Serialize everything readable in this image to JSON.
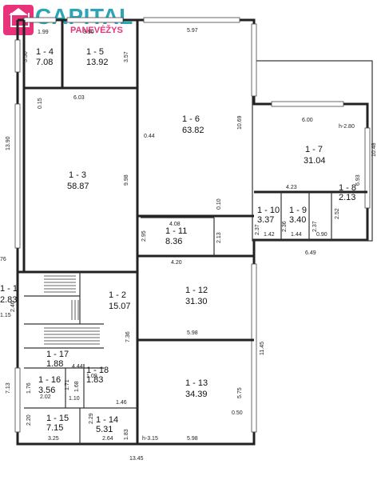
{
  "brand": {
    "name": "CAPITAL",
    "city": "PANEVĖŽYS",
    "accent": "#e8337a",
    "primary": "#2aa6b8"
  },
  "rooms": [
    {
      "id": "1 - 1",
      "area": "2.83"
    },
    {
      "id": "1 - 2",
      "area": "15.07"
    },
    {
      "id": "1 - 3",
      "area": "58.87"
    },
    {
      "id": "1 - 4",
      "area": "7.08"
    },
    {
      "id": "1 - 5",
      "area": "13.92"
    },
    {
      "id": "1 - 6",
      "area": "63.82"
    },
    {
      "id": "1 - 7",
      "area": "31.04"
    },
    {
      "id": "1 - 8",
      "area": "2.13"
    },
    {
      "id": "1 - 9",
      "area": "3.40"
    },
    {
      "id": "1 - 10",
      "area": "3.37"
    },
    {
      "id": "1 - 11",
      "area": "8.36"
    },
    {
      "id": "1 - 12",
      "area": "31.30"
    },
    {
      "id": "1 - 13",
      "area": "34.39"
    },
    {
      "id": "1 - 14",
      "area": "5.31"
    },
    {
      "id": "1 - 15",
      "area": "7.15"
    },
    {
      "id": "1 - 16",
      "area": "3.56"
    },
    {
      "id": "1 - 17",
      "area": "1.88"
    },
    {
      "id": "1 - 18",
      "area": "1.83"
    }
  ],
  "dimensions": [
    "1.99",
    "3.90",
    "5.97",
    "3.56",
    "3.57",
    "0.15",
    "6.03",
    "13.90",
    "10.69",
    "6.00",
    "h-2.80",
    "10.48",
    "0.44",
    "9.98",
    "6.93",
    "4.23",
    "0.10",
    "4.08",
    "2.37",
    "2.36",
    "2.37",
    "2.52",
    "1.42",
    "1.44",
    "0.90",
    "2.95",
    "2.13",
    "6.49",
    "4.20",
    "76",
    "2.46",
    "1.15",
    "7.36",
    "5.98",
    "11.45",
    "4.44",
    "1.71",
    "1.68",
    "1.09",
    "7.13",
    "1.76",
    "2.02",
    "1.10",
    "1.46",
    "5.75",
    "0.50",
    "2.20",
    "3.25",
    "2.29",
    "2.64",
    "1.83",
    "h-3.15",
    "5.98",
    "13.45"
  ]
}
